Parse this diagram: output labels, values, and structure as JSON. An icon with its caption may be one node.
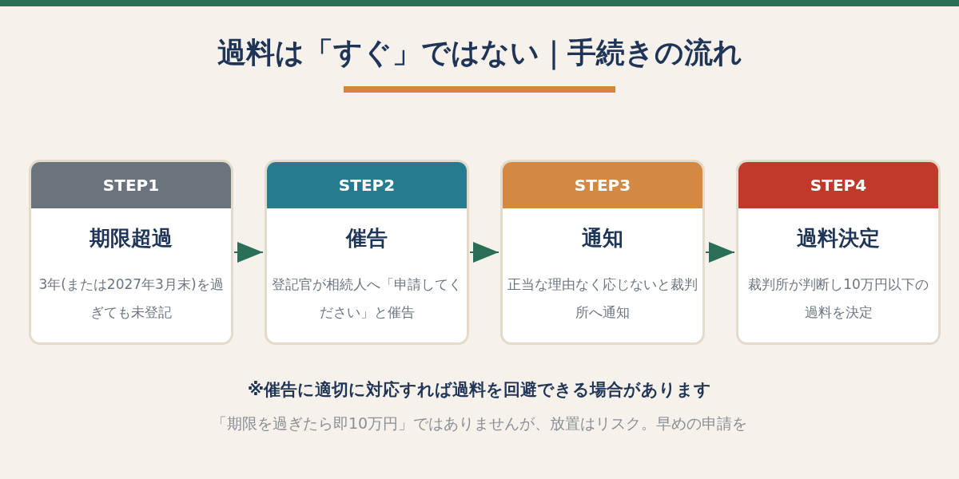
{
  "diagram": {
    "title": "過料は「すぐ」ではない｜手続きの流れ",
    "nodes": [
      {
        "text": [
          "STEP1",
          "期限超過",
          "3年(または2027年3月末)を過ぎても未登記"
        ]
      },
      {
        "text": [
          "STEP2",
          "催告",
          "登記官が相続人へ「申請してください」と催告"
        ]
      },
      {
        "text": [
          "STEP3",
          "通知",
          "正当な理由なく応じないと裁判所へ通知"
        ]
      },
      {
        "text": [
          "STEP4",
          "過料決定",
          "裁判所が判断し10万円以下の過料を決定"
        ]
      }
    ],
    "edges": [
      {
        "from": 0,
        "to": 1,
        "arrow": "to"
      },
      {
        "from": 1,
        "to": 2,
        "arrow": "to"
      },
      {
        "from": 2,
        "to": 3,
        "arrow": "to"
      }
    ],
    "labels": [
      "※催告に適切に対応すれば過料を回避できる場合があります",
      "「期限を過ぎたら即10万円」ではありませんが、放置はリスク。早めの申請を"
    ]
  }
}
